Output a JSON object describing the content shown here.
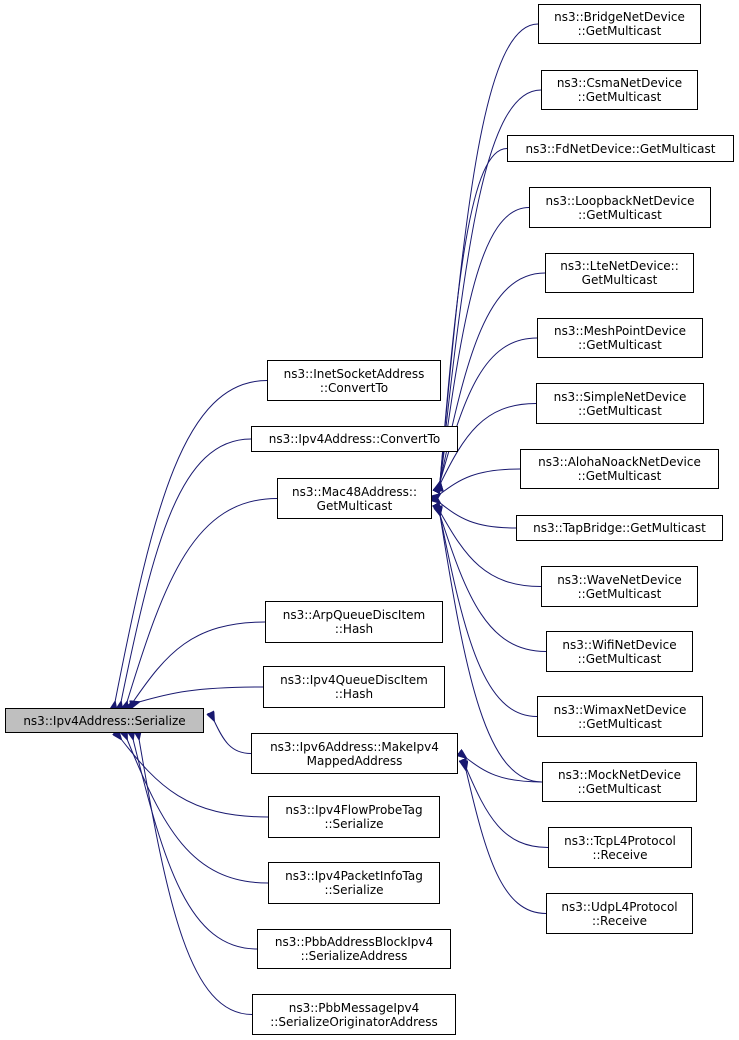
{
  "colors": {
    "edge": "#191970",
    "root_fill": "#bfbfbf",
    "node_fill": "#ffffff",
    "border": "#000000"
  },
  "nodes": {
    "root": {
      "lines": [
        "ns3::Ipv4Address::Serialize"
      ]
    },
    "inet": {
      "lines": [
        "ns3::InetSocketAddress",
        "::ConvertTo"
      ]
    },
    "ipv4conv": {
      "lines": [
        "ns3::Ipv4Address::ConvertTo"
      ]
    },
    "mac48": {
      "lines": [
        "ns3::Mac48Address::",
        "GetMulticast"
      ]
    },
    "arp": {
      "lines": [
        "ns3::ArpQueueDiscItem",
        "::Hash"
      ]
    },
    "ipv4queue": {
      "lines": [
        "ns3::Ipv4QueueDiscItem",
        "::Hash"
      ]
    },
    "ipv6map": {
      "lines": [
        "ns3::Ipv6Address::MakeIpv4",
        "MappedAddress"
      ]
    },
    "flowprobe": {
      "lines": [
        "ns3::Ipv4FlowProbeTag",
        "::Serialize"
      ]
    },
    "pktinfo": {
      "lines": [
        "ns3::Ipv4PacketInfoTag",
        "::Serialize"
      ]
    },
    "pbbblock": {
      "lines": [
        "ns3::PbbAddressBlockIpv4",
        "::SerializeAddress"
      ]
    },
    "pbbmsg": {
      "lines": [
        "ns3::PbbMessageIpv4",
        "::SerializeOriginatorAddress"
      ]
    },
    "bridge": {
      "lines": [
        "ns3::BridgeNetDevice",
        "::GetMulticast"
      ]
    },
    "csma": {
      "lines": [
        "ns3::CsmaNetDevice",
        "::GetMulticast"
      ]
    },
    "fd": {
      "lines": [
        "ns3::FdNetDevice::GetMulticast"
      ]
    },
    "loopback": {
      "lines": [
        "ns3::LoopbackNetDevice",
        "::GetMulticast"
      ]
    },
    "lte": {
      "lines": [
        "ns3::LteNetDevice::",
        "GetMulticast"
      ]
    },
    "mesh": {
      "lines": [
        "ns3::MeshPointDevice",
        "::GetMulticast"
      ]
    },
    "simple": {
      "lines": [
        "ns3::SimpleNetDevice",
        "::GetMulticast"
      ]
    },
    "aloha": {
      "lines": [
        "ns3::AlohaNoackNetDevice",
        "::GetMulticast"
      ]
    },
    "tap": {
      "lines": [
        "ns3::TapBridge::GetMulticast"
      ]
    },
    "wave": {
      "lines": [
        "ns3::WaveNetDevice",
        "::GetMulticast"
      ]
    },
    "wifi": {
      "lines": [
        "ns3::WifiNetDevice",
        "::GetMulticast"
      ]
    },
    "wimax": {
      "lines": [
        "ns3::WimaxNetDevice",
        "::GetMulticast"
      ]
    },
    "mock": {
      "lines": [
        "ns3::MockNetDevice",
        "::GetMulticast"
      ]
    },
    "tcp": {
      "lines": [
        "ns3::TcpL4Protocol",
        "::Receive"
      ]
    },
    "udp": {
      "lines": [
        "ns3::UdpL4Protocol",
        "::Receive"
      ]
    }
  },
  "edges": [
    [
      "inet",
      "root"
    ],
    [
      "ipv4conv",
      "root"
    ],
    [
      "mac48",
      "root"
    ],
    [
      "arp",
      "root"
    ],
    [
      "ipv4queue",
      "root"
    ],
    [
      "ipv6map",
      "root"
    ],
    [
      "flowprobe",
      "root"
    ],
    [
      "pktinfo",
      "root"
    ],
    [
      "pbbblock",
      "root"
    ],
    [
      "pbbmsg",
      "root"
    ],
    [
      "bridge",
      "mac48"
    ],
    [
      "csma",
      "mac48"
    ],
    [
      "fd",
      "mac48"
    ],
    [
      "loopback",
      "mac48"
    ],
    [
      "lte",
      "mac48"
    ],
    [
      "mesh",
      "mac48"
    ],
    [
      "simple",
      "mac48"
    ],
    [
      "aloha",
      "mac48"
    ],
    [
      "tap",
      "mac48"
    ],
    [
      "wave",
      "mac48"
    ],
    [
      "wifi",
      "mac48"
    ],
    [
      "wimax",
      "mac48"
    ],
    [
      "mock",
      "mac48"
    ],
    [
      "mock",
      "ipv6map"
    ],
    [
      "tcp",
      "ipv6map"
    ],
    [
      "udp",
      "ipv6map"
    ]
  ]
}
